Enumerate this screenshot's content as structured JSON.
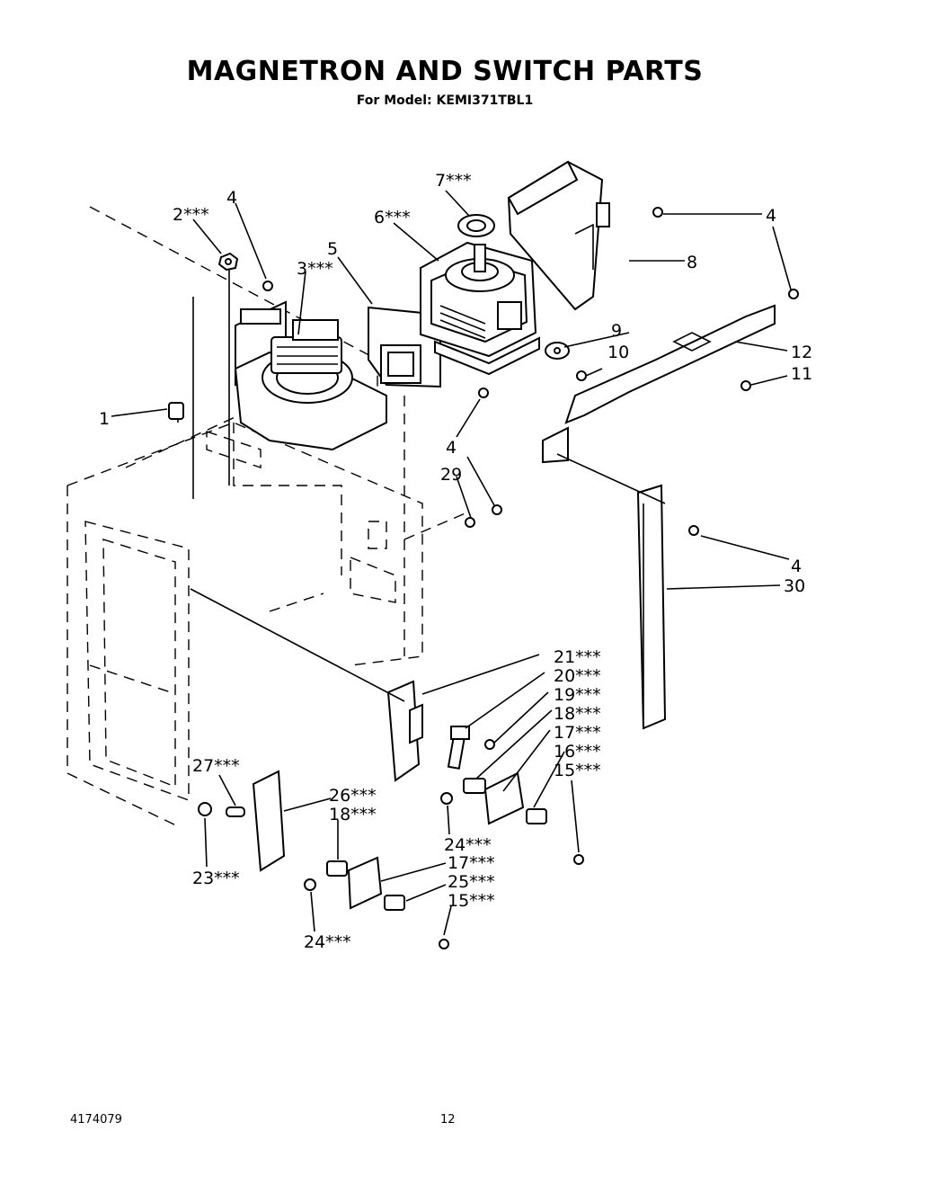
{
  "header": {
    "title": "MAGNETRON AND SWITCH PARTS",
    "model": "For Model: KEMI371TBL1"
  },
  "footer": {
    "doc_number": "4174079",
    "page_number": "12"
  },
  "callouts": [
    {
      "id": "c1",
      "text": "1"
    },
    {
      "id": "c2",
      "text": "2***"
    },
    {
      "id": "c3",
      "text": "3***"
    },
    {
      "id": "c4a",
      "text": "4"
    },
    {
      "id": "c5",
      "text": "5"
    },
    {
      "id": "c6",
      "text": "6***"
    },
    {
      "id": "c7",
      "text": "7***"
    },
    {
      "id": "c8",
      "text": "8"
    },
    {
      "id": "c4b",
      "text": "4"
    },
    {
      "id": "c9",
      "text": "9"
    },
    {
      "id": "c10",
      "text": "10"
    },
    {
      "id": "c12",
      "text": "12"
    },
    {
      "id": "c11",
      "text": "11"
    },
    {
      "id": "c4c",
      "text": "4"
    },
    {
      "id": "c29",
      "text": "29"
    },
    {
      "id": "c4d",
      "text": "4"
    },
    {
      "id": "c30",
      "text": "30"
    },
    {
      "id": "c21",
      "text": "21***"
    },
    {
      "id": "c20",
      "text": "20***"
    },
    {
      "id": "c19",
      "text": "19***"
    },
    {
      "id": "c18a",
      "text": "18***"
    },
    {
      "id": "c17a",
      "text": "17***"
    },
    {
      "id": "c16",
      "text": "16***"
    },
    {
      "id": "c15a",
      "text": "15***"
    },
    {
      "id": "c27",
      "text": "27***"
    },
    {
      "id": "c26",
      "text": "26***"
    },
    {
      "id": "c18b",
      "text": "18***"
    },
    {
      "id": "c24a",
      "text": "24***"
    },
    {
      "id": "c17b",
      "text": "17***"
    },
    {
      "id": "c25",
      "text": "25***"
    },
    {
      "id": "c15b",
      "text": "15***"
    },
    {
      "id": "c23",
      "text": "23***"
    },
    {
      "id": "c24b",
      "text": "24***"
    }
  ]
}
